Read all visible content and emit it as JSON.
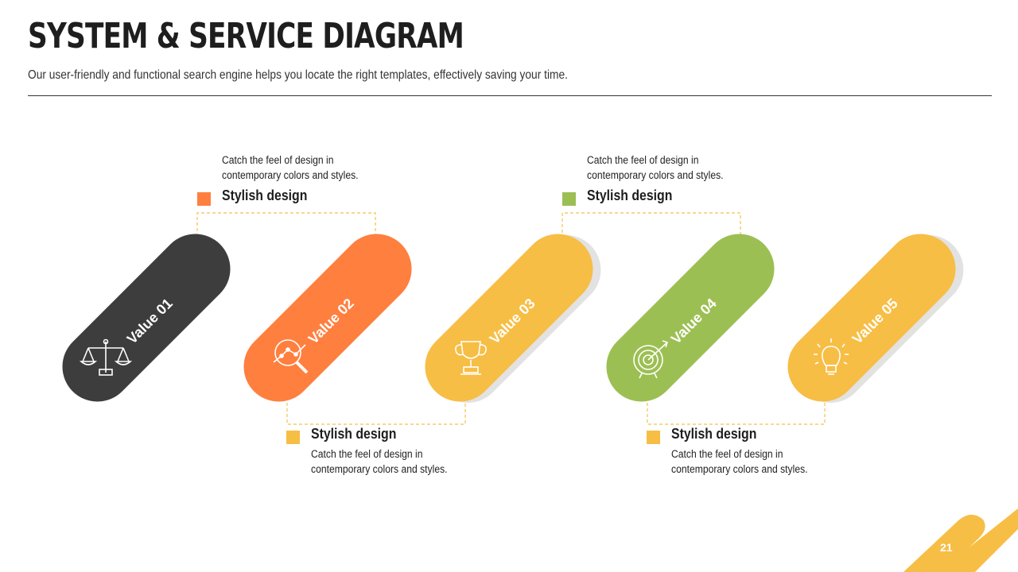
{
  "slide": {
    "title": "SYSTEM & SERVICE DIAGRAM",
    "subtitle": "Our user-friendly and functional search engine helps you locate the right templates, effectively saving your time.",
    "page_number": "21"
  },
  "colors": {
    "dark": "#3d3d3d",
    "orange": "#ff7f3f",
    "yellow": "#f7be45",
    "green": "#9cbf53",
    "connector": "#f2c14e",
    "shadow": "#e2e2e2"
  },
  "values": [
    {
      "label": "Value 01",
      "icon": "scales-icon"
    },
    {
      "label": "Value 02",
      "icon": "magnifier-analytics-icon"
    },
    {
      "label": "Value 03",
      "icon": "trophy-icon"
    },
    {
      "label": "Value 04",
      "icon": "target-icon"
    },
    {
      "label": "Value 05",
      "icon": "lightbulb-icon"
    }
  ],
  "callouts": [
    {
      "heading": "Stylish design",
      "text_line1": "Catch the feel of design in",
      "text_line2": "contemporary colors and styles."
    },
    {
      "heading": "Stylish design",
      "text_line1": "Catch the feel of design in",
      "text_line2": "contemporary colors and styles."
    },
    {
      "heading": "Stylish design",
      "text_line1": "Catch the feel of design in",
      "text_line2": "contemporary colors and styles."
    },
    {
      "heading": "Stylish design",
      "text_line1": "Catch the feel of design in",
      "text_line2": "contemporary colors and styles."
    }
  ]
}
